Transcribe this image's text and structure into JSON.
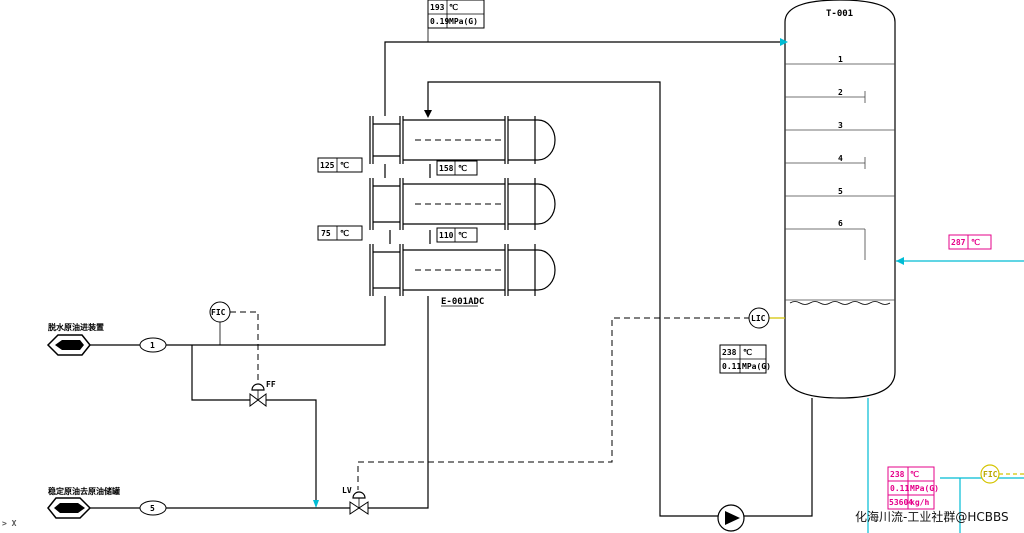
{
  "tower": {
    "tag": "T-001",
    "trays": [
      "1",
      "2",
      "3",
      "4",
      "5",
      "6"
    ]
  },
  "exchanger": {
    "tag": "E-001ADC"
  },
  "instruments": {
    "fic": "FIC",
    "lic": "LIC",
    "ff": "FF",
    "lv": "LV",
    "fic2": "FIC"
  },
  "streams": [
    {
      "id": "s1",
      "num": "1",
      "label": "脱水原油进装置"
    },
    {
      "id": "s5",
      "num": "5",
      "label": "稳定原油去原油储罐"
    }
  ],
  "tags": {
    "top": {
      "temp": "193",
      "t_unit": "℃",
      "press": "0.19",
      "p_unit": "MPa(G)"
    },
    "e_in_top": {
      "temp": "125",
      "unit": "℃"
    },
    "e_mid": {
      "temp": "158",
      "unit": "℃"
    },
    "e_in_bot": {
      "temp": "75",
      "unit": "℃"
    },
    "e_out": {
      "temp": "110",
      "unit": "℃"
    },
    "bottom": {
      "temp": "238",
      "t_unit": "℃",
      "press": "0.11",
      "p_unit": "MPa(G)"
    },
    "reboil": {
      "temp": "287",
      "unit": "℃"
    },
    "pink": {
      "temp": "238",
      "t_unit": "℃",
      "press": "0.11",
      "p_unit": "MPa(G)",
      "flow": "53604",
      "f_unit": "kg/h"
    }
  },
  "watermark": "化海川流-工业社群@HCBBS",
  "cursor": ">  X"
}
